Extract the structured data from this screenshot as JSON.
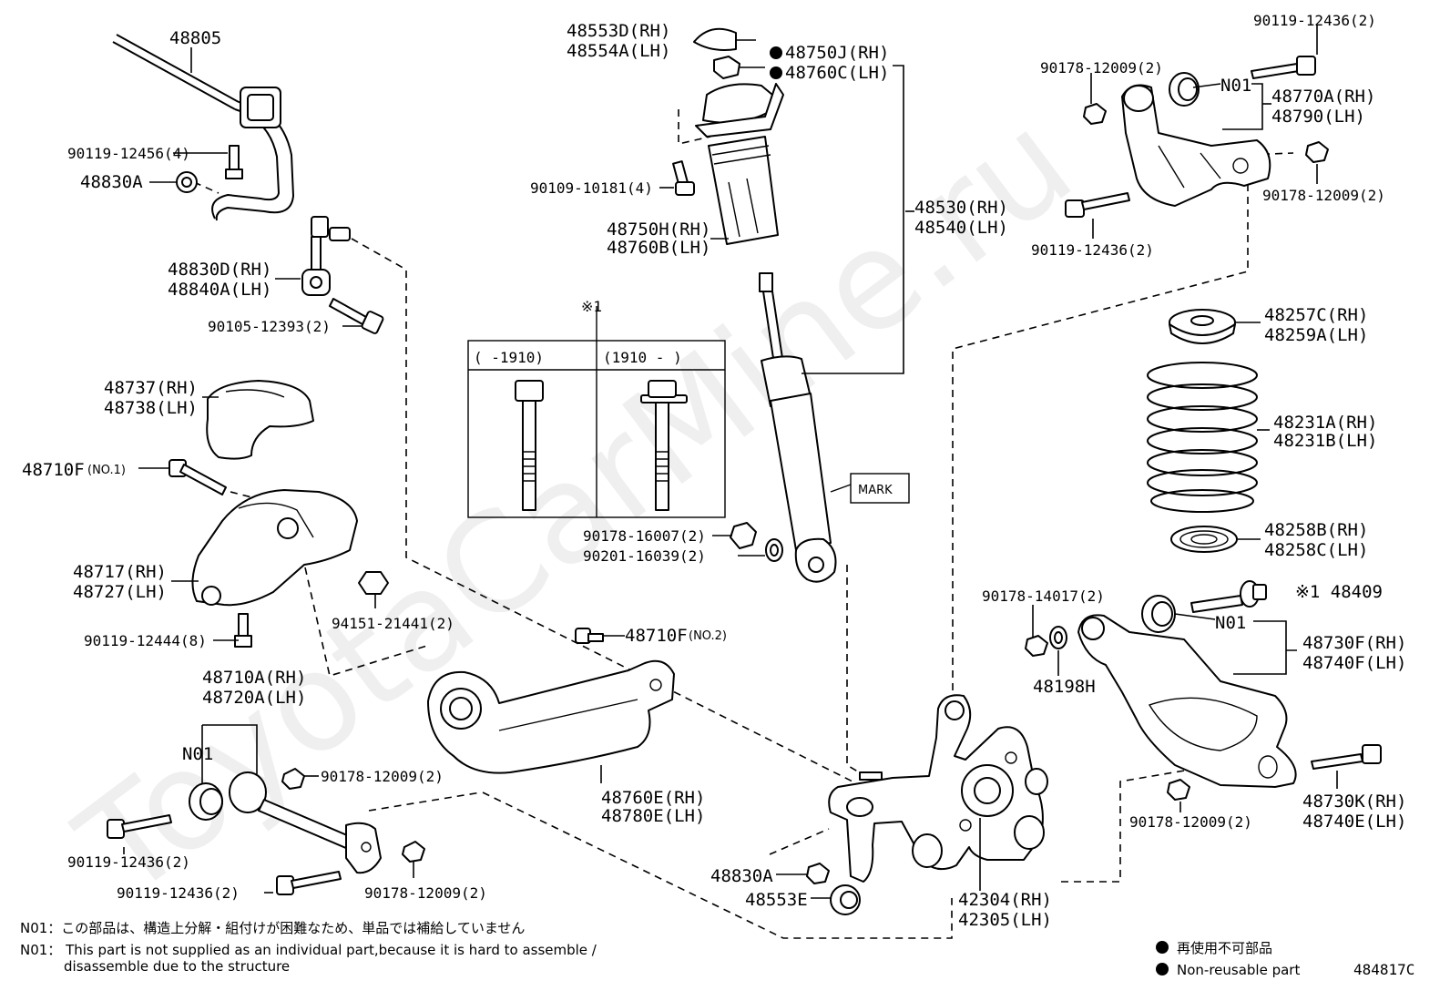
{
  "watermark": "ToyotaCarMine.ru",
  "diagram_id": "484817C",
  "parts": {
    "stabilizer_bar": "48805",
    "stab_bolt": "90119-12456(4)",
    "stab_nut": "48830A",
    "link_rh": "48830D(RH)",
    "link_lh": "48840A(LH)",
    "link_bolt": "90105-12393(2)",
    "cover_rh": "48737(RH)",
    "cover_lh": "48738(LH)",
    "bolt_no1_num": "48710F",
    "bolt_no1_suffix": "(NO.1)",
    "bracket_rh": "48717(RH)",
    "bracket_lh": "48727(LH)",
    "bracket_nut": "94151-21441(2)",
    "bracket_bolt": "90119-12444(8)",
    "bolt_no2_num": "48710F",
    "bolt_no2_suffix": "(NO.2)",
    "link_arm_rh": "48710A(RH)",
    "link_arm_lh": "48720A(LH)",
    "n01_left": "N01",
    "nut_12009_a": "90178-12009(2)",
    "bolt_12436_a": "90119-12436(2)",
    "bolt_12436_b": "90119-12436(2)",
    "nut_12009_b": "90178-12009(2)",
    "upper_arm_rh": "48760E(RH)",
    "upper_arm_lh": "48780E(LH)",
    "cap_rh": "48553D(RH)",
    "cap_lh": "48554A(LH)",
    "mount_nut_rh": "48750J(RH)",
    "mount_nut_lh": "48760C(LH)",
    "mount_bolt": "90109-10181(4)",
    "boot_rh": "48750H(RH)",
    "boot_lh": "48760B(LH)",
    "shock_rh": "48530(RH)",
    "shock_lh": "48540(LH)",
    "ref_mark": "※1",
    "table_col1": "(        -1910)",
    "table_col2": "(1910  -        )",
    "shock_nut": "90178-16007(2)",
    "shock_washer": "90201-16039(2)",
    "mark_label": "MARK",
    "nut_12009_c": "90178-12009(2)",
    "bolt_12436_c": "90119-12436(2)",
    "n01_top": "N01",
    "toe_arm_rh": "48770A(RH)",
    "toe_arm_lh": "48790(LH)",
    "nut_12009_d": "90178-12009(2)",
    "bolt_12436_d": "90119-12436(2)",
    "insulator_rh": "48257C(RH)",
    "insulator_lh": "48259A(LH)",
    "spring_rh": "48231A(RH)",
    "spring_lh": "48231B(LH)",
    "lower_insulator_rh": "48258B(RH)",
    "lower_insulator_lh": "48258C(LH)",
    "nut_14017": "90178-14017(2)",
    "cam_bolt_ref": "※1 48409",
    "n01_right": "N01",
    "lower_arm_rh": "48730F(RH)",
    "lower_arm_lh": "48740F(LH)",
    "cam_washer": "48198H",
    "lower_bolt_rh": "48730K(RH)",
    "lower_bolt_lh": "48740E(LH)",
    "nut_12009_e": "90178-12009(2)",
    "knuckle_nut": "48830A",
    "knuckle_bush": "48553E",
    "knuckle_rh": "42304(RH)",
    "knuckle_lh": "42305(LH)"
  },
  "notes": {
    "n01_jp": "N01：この部品は、構造上分解・組付けが困難なため、単品では補給していません",
    "n01_en_1": "N01： This part is not supplied as an individual part,because it is hard to assemble /",
    "n01_en_2": "disassemble due to the structure"
  },
  "legend": {
    "jp": "再使用不可部品",
    "en": "Non-reusable part"
  }
}
